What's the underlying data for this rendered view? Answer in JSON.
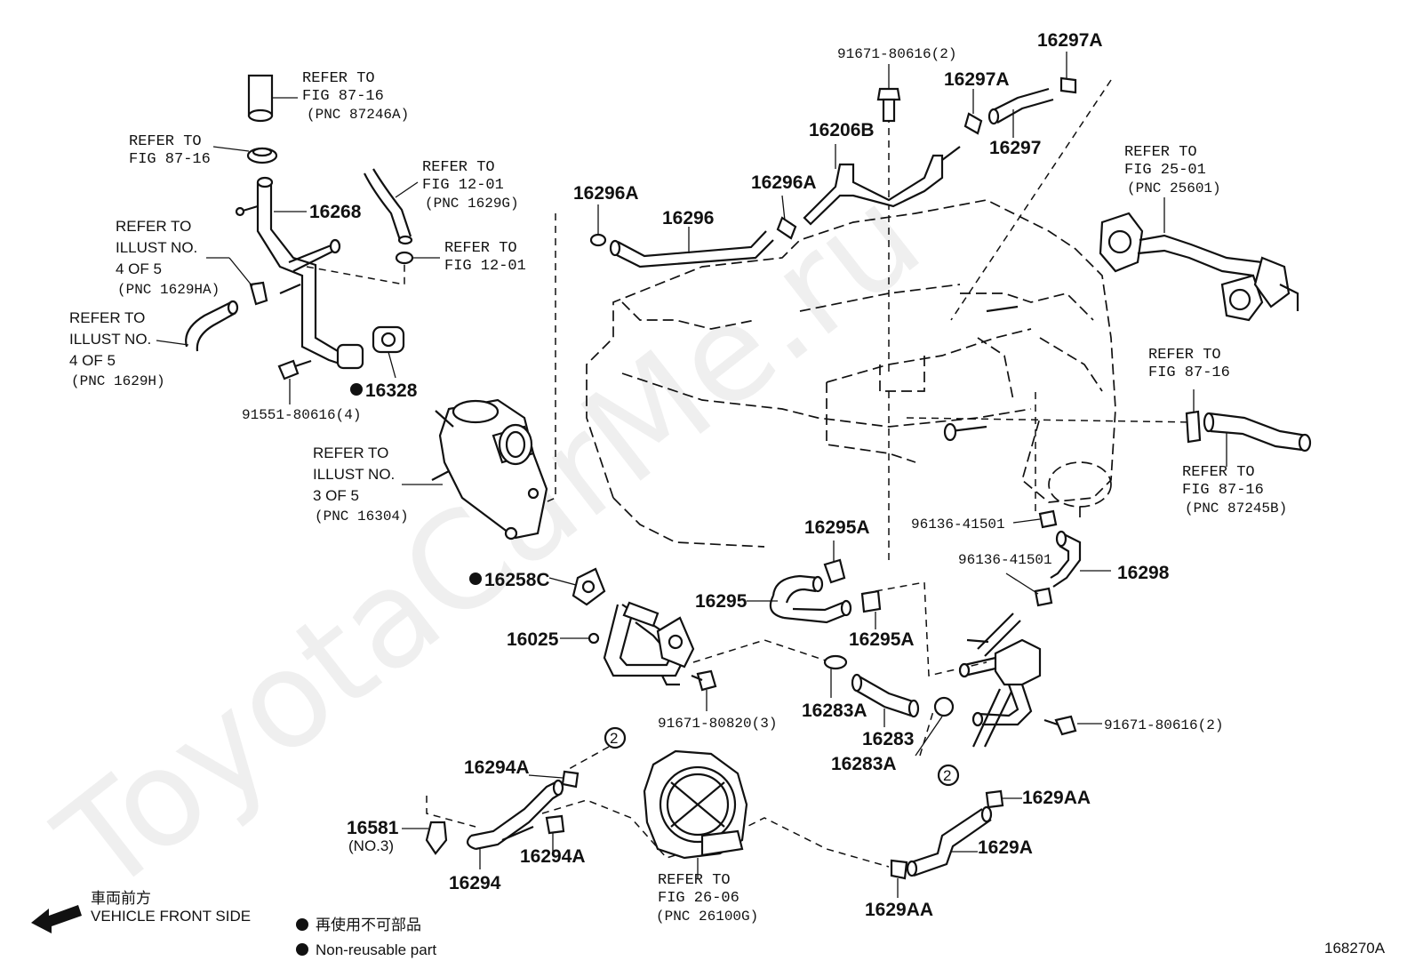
{
  "watermark": "ToyotaCarMe.ru",
  "diagram_id": "168270A",
  "legend": {
    "direction_jp": "車両前方",
    "direction_en": "VEHICLE FRONT SIDE",
    "nonreusable_jp": "再使用不可部品",
    "nonreusable_en": "Non-reusable part"
  },
  "refs": {
    "r8716_a": {
      "l1": "REFER TO",
      "l2": "FIG 87-16",
      "l3": "(PNC 87246A)"
    },
    "r8716_b": {
      "l1": "REFER TO",
      "l2": "FIG 87-16"
    },
    "r1201_a": {
      "l1": "REFER TO",
      "l2": "FIG 12-01",
      "l3": "(PNC 1629G)"
    },
    "r1201_b": {
      "l1": "REFER TO",
      "l2": "FIG 12-01"
    },
    "ill4_a": {
      "l1": "REFER TO",
      "l2": "ILLUST NO.",
      "l3": "4 OF 5",
      "l4": "(PNC 1629HA)"
    },
    "ill4_b": {
      "l1": "REFER TO",
      "l2": "ILLUST NO.",
      "l3": "4 OF 5",
      "l4": "(PNC 1629H)"
    },
    "ill3": {
      "l1": "REFER TO",
      "l2": "ILLUST NO.",
      "l3": "3 OF 5",
      "l4": "(PNC 16304)"
    },
    "r2501": {
      "l1": "REFER TO",
      "l2": "FIG 25-01",
      "l3": "(PNC 25601)"
    },
    "r8716_c": {
      "l1": "REFER TO",
      "l2": "FIG 87-16"
    },
    "r8716_d": {
      "l1": "REFER TO",
      "l2": "FIG 87-16",
      "l3": "(PNC 87245B)"
    },
    "r2606": {
      "l1": "REFER TO",
      "l2": "FIG 26-06",
      "l3": "(PNC 26100G)"
    }
  },
  "parts": {
    "p16268": "16268",
    "p91551": "91551-80616(4)",
    "p16328": "16328",
    "p16296A": "16296A",
    "p16296": "16296",
    "p91671_top": "91671-80616(2)",
    "p16206B": "16206B",
    "p16296A_b": "16296A",
    "p16297A_a": "16297A",
    "p16297A_b": "16297A",
    "p16297": "16297",
    "p16258C": "16258C",
    "p16025": "16025",
    "p16295A_a": "16295A",
    "p16295": "16295",
    "p16295A_b": "16295A",
    "p96136_a": "96136-41501",
    "p96136_b": "96136-41501",
    "p16298": "16298",
    "p91671_820": "91671-80820(3)",
    "p16283A_a": "16283A",
    "p16283": "16283",
    "p16283A_b": "16283A",
    "p91671_right": "91671-80616(2)",
    "p16294A_a": "16294A",
    "p16581": "16581",
    "p16581_sub": "(NO.3)",
    "p16294A_b": "16294A",
    "p16294": "16294",
    "p1629AA_a": "1629AA",
    "p1629A": "1629A",
    "p1629AA_b": "1629AA",
    "circle_2": "2"
  }
}
